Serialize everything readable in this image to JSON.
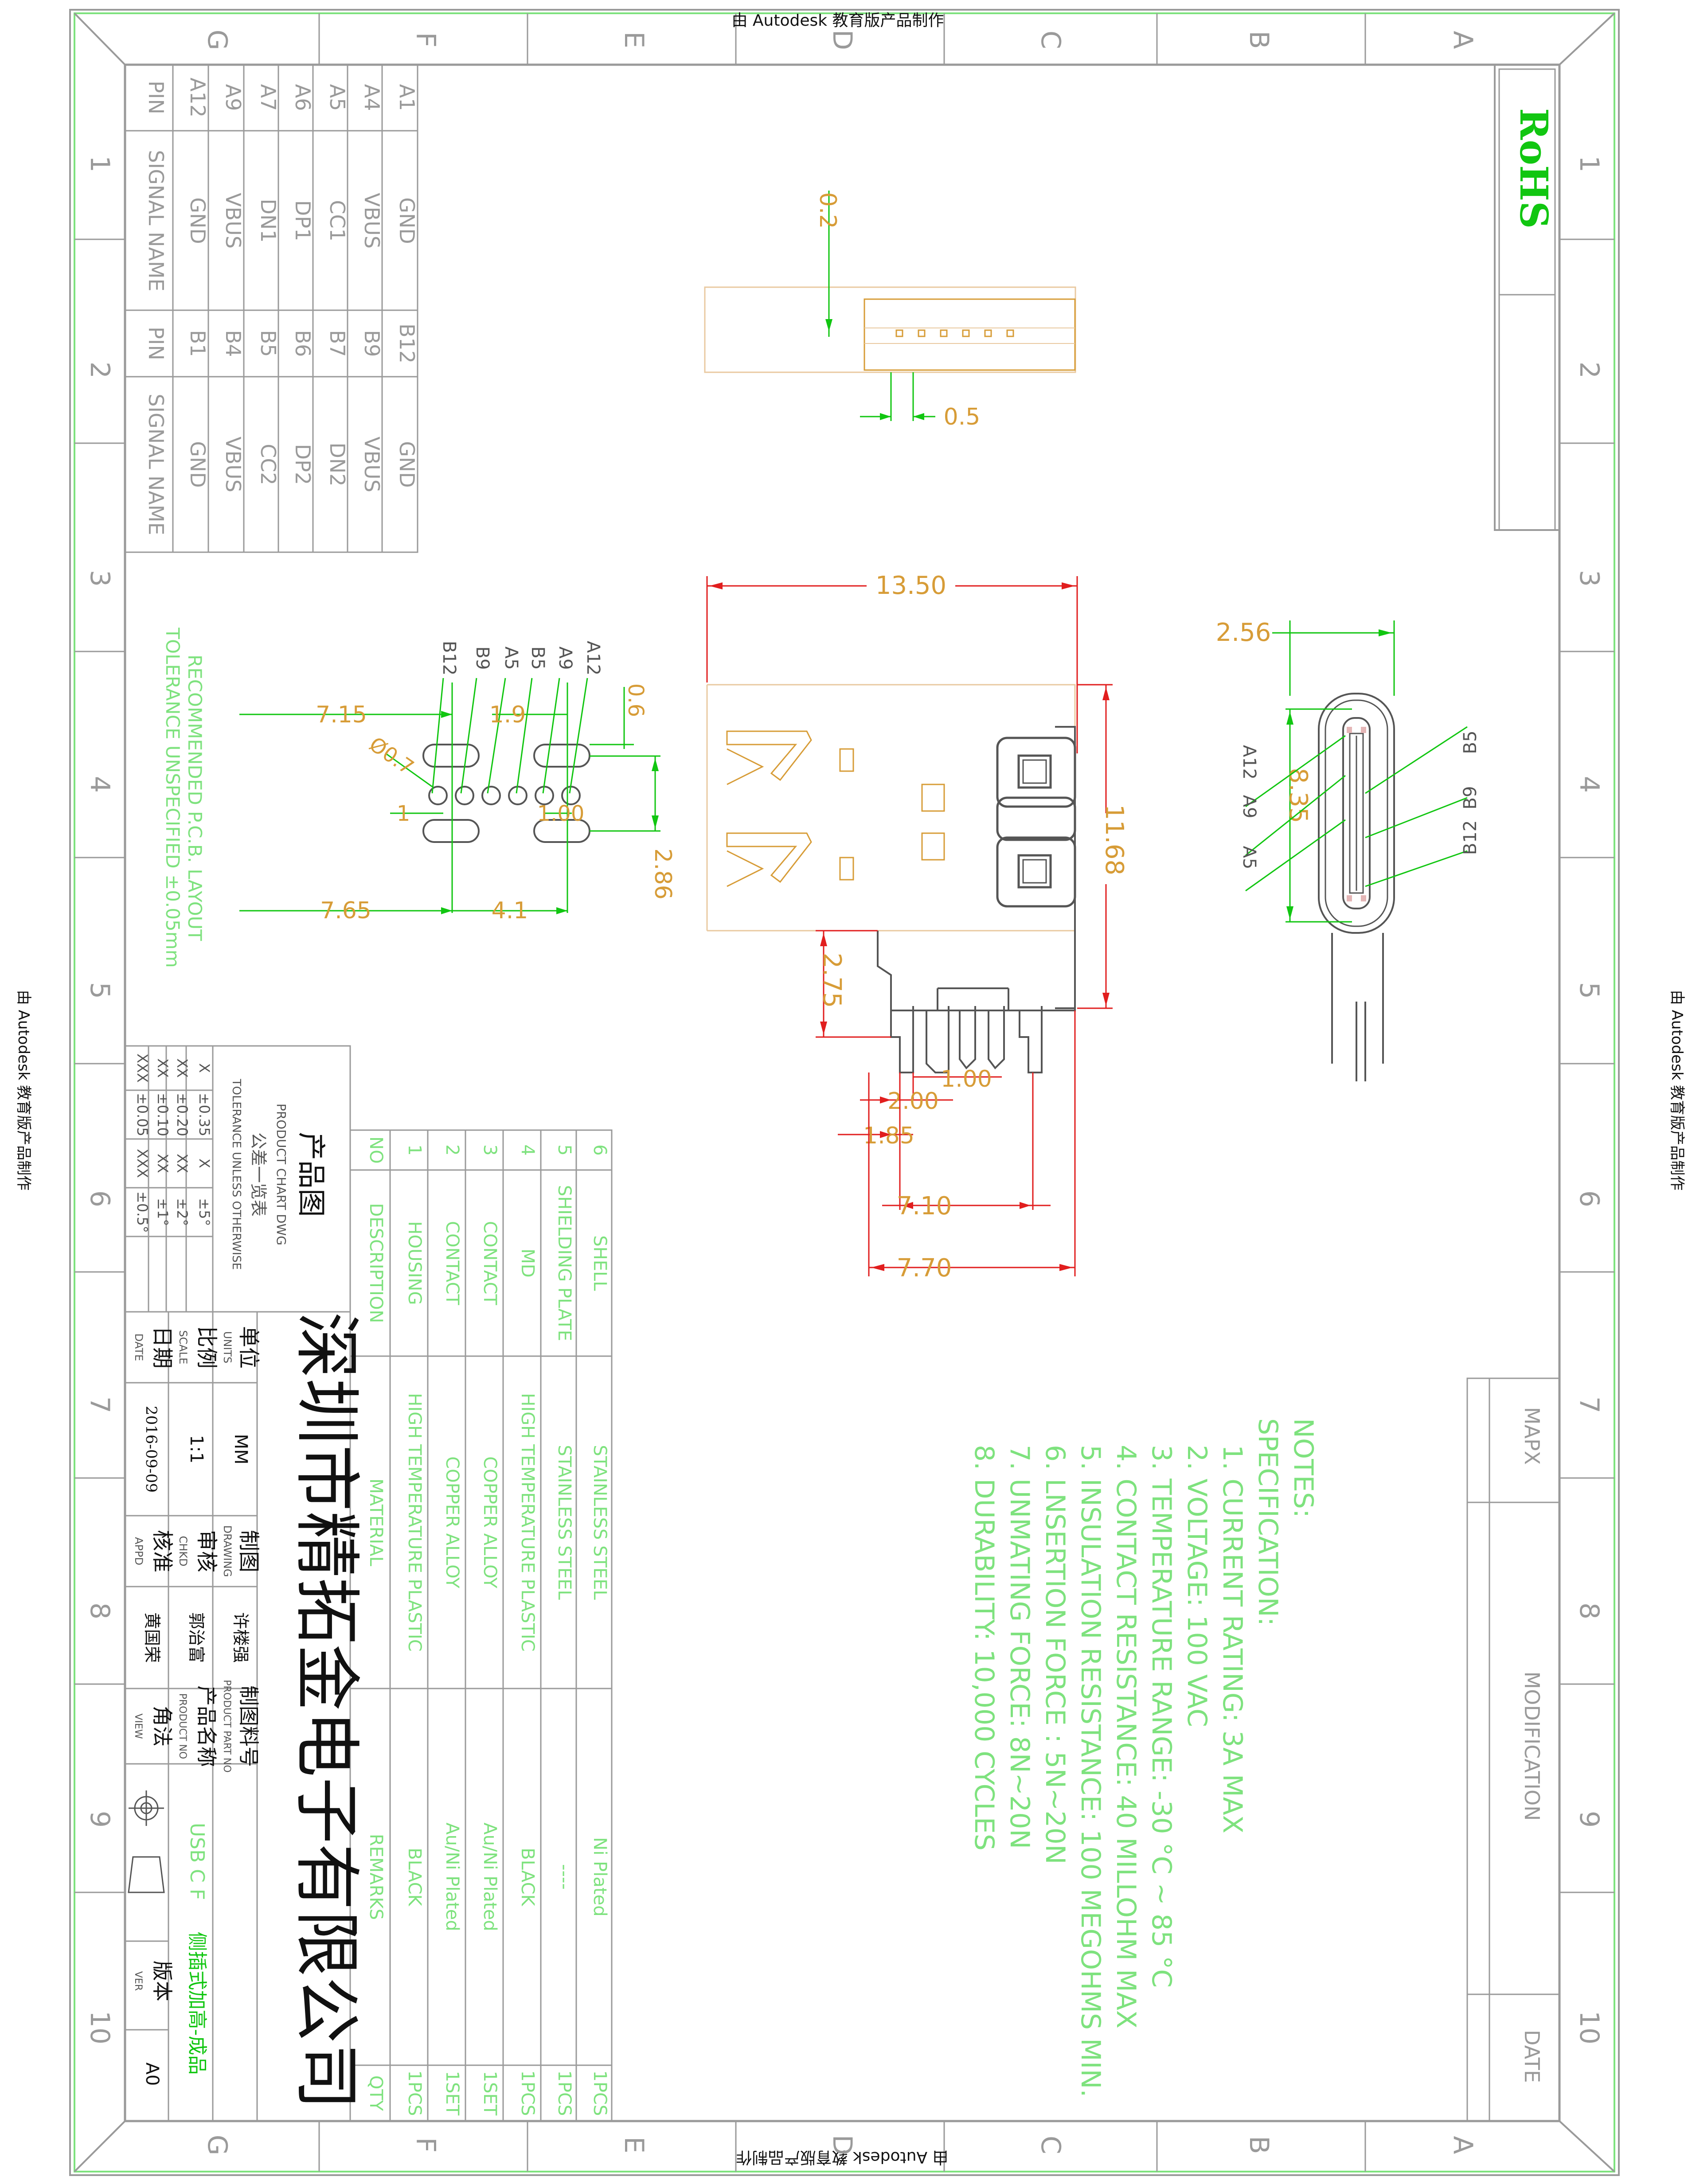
{
  "watermark": "由 Autodesk 教育版产品制作",
  "zone_letters": [
    "G",
    "F",
    "E",
    "D",
    "C",
    "B",
    "A"
  ],
  "zone_numbers": [
    "1",
    "2",
    "3",
    "4",
    "5",
    "6",
    "7",
    "8",
    "9",
    "10"
  ],
  "rohs": "RoHS",
  "pin_table": {
    "header_pin": "PIN",
    "header_signal": "SIGNAL NAME",
    "a_pins": [
      "A1",
      "A4",
      "A5",
      "A6",
      "A7",
      "A9",
      "A12"
    ],
    "a_signals": [
      "GND",
      "VBUS",
      "CC1",
      "DP1",
      "DN1",
      "VBUS",
      "GND"
    ],
    "b_pins": [
      "B12",
      "B9",
      "B7",
      "B6",
      "B5",
      "B4",
      "B1"
    ],
    "b_signals": [
      "GND",
      "VBUS",
      "DN2",
      "DP2",
      "CC2",
      "VBUS",
      "GND"
    ]
  },
  "dims": {
    "d02": "0.2",
    "d05": "0.5",
    "d1350": "13.50",
    "d256": "2.56",
    "d1168": "11.68",
    "d835": "8.35",
    "d275": "2.75",
    "d100": "1.00",
    "d200": "2.00",
    "d185": "1.85",
    "d710": "7.10",
    "d770": "7.70",
    "d715": "7.15",
    "d19": "1.9",
    "d06": "0.6",
    "d07": "Ø0.7",
    "d1": "1",
    "d100b": "1.00",
    "d286": "2.86",
    "d765": "7.65",
    "d41": "4.1"
  },
  "pcb_labels": [
    "B12",
    "B9",
    "A5",
    "B5",
    "A9",
    "A12"
  ],
  "recommended": "RECOMMENDED P.C.B. LAYOUT",
  "tolerance_pcb": "TOLERANCE UNSPECIFIED ±0.05mm",
  "front_labels": [
    "A12",
    "A9",
    "A5",
    "B5",
    "B9",
    "B12"
  ],
  "notes": {
    "title": "NOTES:",
    "subtitle": "SPECIFICATION:",
    "items": [
      "1. CURRENT RATING: 3A MAX",
      "2. VOLTAGE: 100 VAC",
      "3. TEMPERATURE RANGE: -30 °C ~ 85 °C",
      "4. CONTACT RESISTANCE: 40 MILLOHM MAX",
      "5. INSULATION RESISTANCE: 100 MEGOHMS MIN.",
      "6. LNSERTION FORCE : 5N~20N",
      "7. UNMATING FORCE: 8N~20N",
      "8. DURABILITY:  10,000 CYCLES"
    ]
  },
  "revision": {
    "mapx": "MAPX",
    "modification": "MODIFICATION",
    "date": "DATE"
  },
  "bom": {
    "header": [
      "NO",
      "DESCRIPTION",
      "MATERIAL",
      "REMARKS",
      "QTY"
    ],
    "rows": [
      [
        "1",
        "HOUSING",
        "HIGH TEMPERATURE PLASTIC",
        "BLACK",
        "1PCS"
      ],
      [
        "2",
        "CONTACT",
        "COPPER ALLOY",
        "Au/Ni Plated",
        "1SET"
      ],
      [
        "3",
        "CONTACT",
        "COPPER ALLOY",
        "Au/Ni Plated",
        "1SET"
      ],
      [
        "4",
        "MD",
        "HIGH TEMPERATURE PLASTIC",
        "BLACK",
        "1PCS"
      ],
      [
        "5",
        "SHIELDING PLATE",
        "STAINLESS STEEL",
        "----",
        "1PCS"
      ],
      [
        "6",
        "SHELL",
        "STAINLESS STEEL",
        "Ni Plated",
        "1PCS"
      ]
    ]
  },
  "title_block": {
    "product_chart": "产品图",
    "product_chart_en": "PRODUCT CHART DWG",
    "tol_table": "公差一览表",
    "tol_en": "TOLERANCE UNLESS OTHERWISE",
    "tol_left": [
      [
        "X",
        "±0.35"
      ],
      [
        "XX",
        "±0.20"
      ],
      [
        "XX",
        "±0.10"
      ],
      [
        "XXX",
        "±0.05"
      ]
    ],
    "tol_right": [
      [
        "X",
        "±5°"
      ],
      [
        "XX",
        "±2°"
      ],
      [
        "XX",
        "±1°"
      ],
      [
        "XXX",
        "±0.5°"
      ]
    ],
    "company": "深圳市精拓金电子有限公司",
    "units_cn": "单位",
    "units_en": "UNITS",
    "units_val": "MM",
    "scale_cn": "比例",
    "scale_en": "SCALE",
    "scale_val": "1:1",
    "date_cn": "日期",
    "date_en": "DATE",
    "date_val": "2016-09-09",
    "drawing_cn": "制图",
    "drawing_en": "DRAWING",
    "drawing_val": "许楼强",
    "chkd_cn": "审核",
    "chkd_en": "CHKD",
    "chkd_val": "郭治富",
    "appd_cn": "核准",
    "appd_en": "APPD",
    "appd_val": "黄国荣",
    "partno_cn": "制图料号",
    "partno_en": "PRODUCT PART NO",
    "name_cn": "产品名称",
    "name_en": "PRODUCT NO",
    "name_val": "USB C F",
    "name_val2": "侧插式加高-成品",
    "view_cn": "角法",
    "view_en": "VIEW",
    "ver_cn": "版本",
    "ver_en": "VER",
    "ver_val": "A0"
  },
  "colors": {
    "frame": "#9a9a9a",
    "green": "#11c611",
    "red": "#e11e1e",
    "orange": "#d79c37",
    "light_green": "#7ee27e",
    "black": "#111111"
  }
}
